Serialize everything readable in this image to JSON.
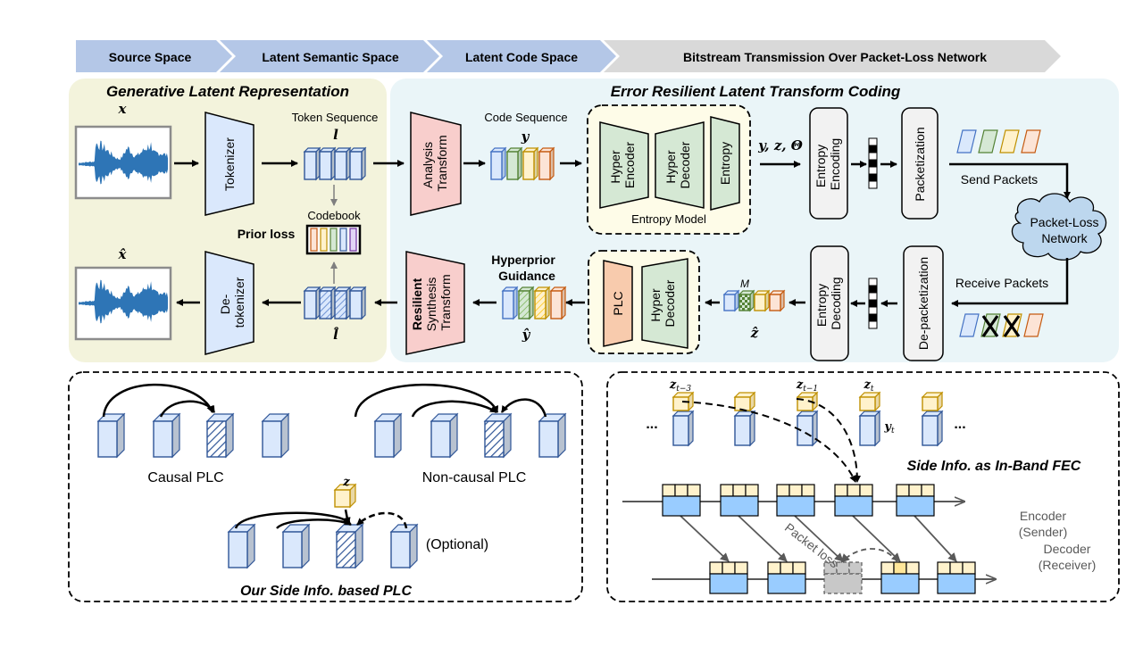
{
  "stages": [
    {
      "label": "Source Space",
      "color": "#b4c7e7"
    },
    {
      "label": "Latent Semantic Space",
      "color": "#b4c7e7"
    },
    {
      "label": "Latent Code Space",
      "color": "#b4c7e7"
    },
    {
      "label": "Bitstream Transmission Over Packet-Loss Network",
      "color": "#d9d9d9"
    }
  ],
  "panels": {
    "generative": {
      "title": "Generative Latent Representation",
      "bg": "#f3f3dc"
    },
    "coding": {
      "title": "Error Resilient Latent Transform Coding",
      "bg": "#eaf5f8"
    }
  },
  "generative": {
    "x_label": "x",
    "x_hat_label": "x̂",
    "tokenizer": "Tokenizer",
    "detokenizer_line1": "De-",
    "detokenizer_line2": "tokenizer",
    "token_sequence": "Token Sequence",
    "l_label": "l",
    "l_hat_label": "l̂",
    "codebook": "Codebook",
    "prior_loss": "Prior loss"
  },
  "coding": {
    "analysis_line1": "Analysis",
    "analysis_line2": "Transform",
    "code_sequence": "Code Sequence",
    "y_label": "y",
    "hyper_encoder_line1": "Hyper",
    "hyper_encoder_line2": "Encoder",
    "hyper_decoder_line1": "Hyper",
    "hyper_decoder_line2": "Decoder",
    "entropy": "Entropy",
    "entropy_model": "Entropy Model",
    "yz_theta": "y, z, Θ",
    "entropy_encoding_line1": "Entropy",
    "entropy_encoding_line2": "Encoding",
    "packetization": "Packetization",
    "send_packets": "Send Packets",
    "network_line1": "Packet-Loss",
    "network_line2": "Network",
    "receive_packets": "Receive Packets",
    "depacketization": "De-packetization",
    "entropy_decoding_line1": "Entropy",
    "entropy_decoding_line2": "Decoding",
    "m_label": "M",
    "z_hat_label": "ẑ",
    "plc": "PLC",
    "hyperprior_line1": "Hyperprior",
    "hyperprior_line2": "Guidance",
    "y_hat_label": "ŷ",
    "resilient_bold": "Resilient",
    "synthesis_line1": "Synthesis",
    "synthesis_line2": "Transform"
  },
  "plc_panel": {
    "causal": "Causal PLC",
    "noncausal": "Non-causal PLC",
    "z_label": "z",
    "optional": "(Optional)",
    "title": "Our Side Info. based PLC"
  },
  "fec_panel": {
    "z_t3": "z",
    "z_t3_sub": "t−3",
    "z_t1": "z",
    "z_t1_sub": "t−1",
    "z_t": "z",
    "z_t_sub": "t",
    "y_t": "y",
    "y_t_sub": "t",
    "ellipsis": "...",
    "title": "Side Info. as In-Band FEC",
    "packet_loss": "Packet loss",
    "encoder": "Encoder",
    "sender": "(Sender)",
    "decoder": "Decoder",
    "receiver": "(Receiver)"
  },
  "colors": {
    "blue": "#4472c4",
    "blue_fill": "#dae8fc",
    "green": "#548235",
    "green_fill": "#d5e8d4",
    "yellow": "#bf9000",
    "yellow_fill": "#fff2cc",
    "orange": "#c55a11",
    "orange_fill": "#fce4d6",
    "purple": "#7030a0",
    "purple_fill": "#e1d5f5",
    "packet_blue": "#99ccff",
    "cloud": "#bdd7ee"
  }
}
